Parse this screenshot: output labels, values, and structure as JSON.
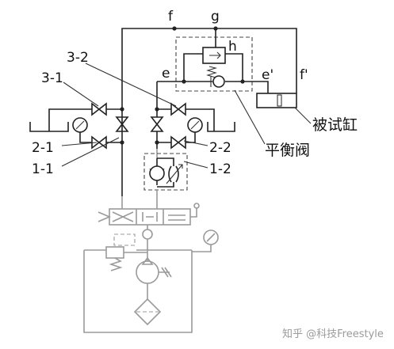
{
  "labels": {
    "f": "f",
    "g": "g",
    "h": "h",
    "e": "e",
    "e_prime": "e'",
    "f_prime": "f'",
    "l3_2": "3-2",
    "l3_1": "3-1",
    "l2_1": "2-1",
    "l1_1": "1-1",
    "l2_2": "2-2",
    "l1_2": "1-2",
    "cylinder_under_test": "被试缸",
    "balance_valve": "平衡阀"
  },
  "watermark": "知乎 @科技Freestyle"
}
